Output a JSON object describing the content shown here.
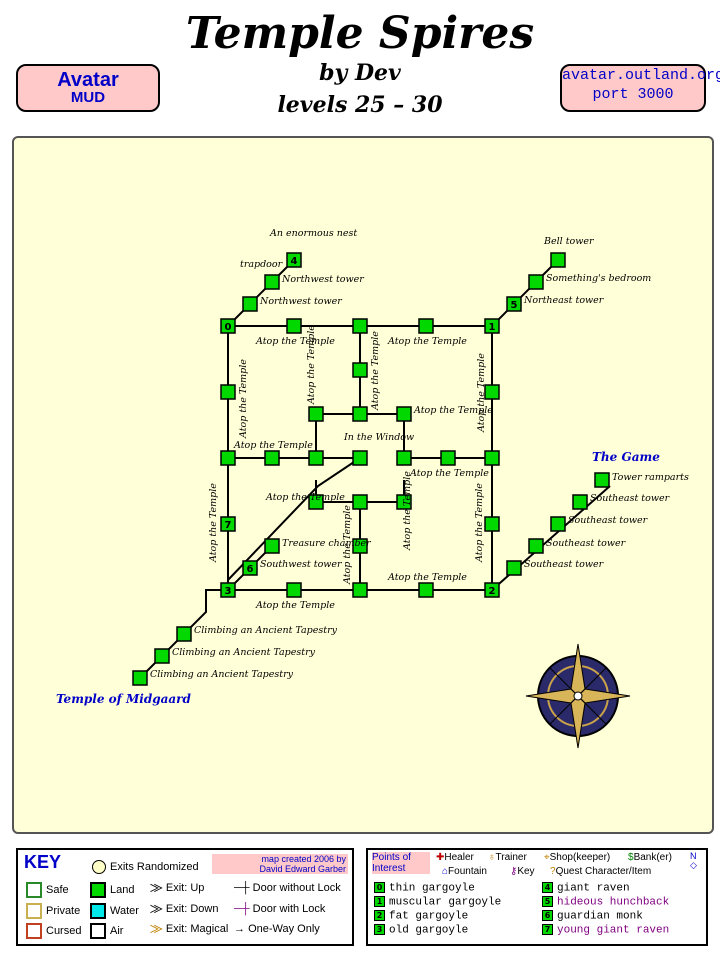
{
  "header": {
    "title": "Temple Spires",
    "subtitle": "by Dev",
    "levels": "levels 25 – 30"
  },
  "avatar_banner": {
    "line1": "Avatar",
    "line2": "MUD"
  },
  "server_banner": {
    "line1": "avatar.outland.org",
    "line2": "port 3000"
  },
  "map": {
    "room_color": "#00d800",
    "labels": {
      "atop": "Atop the Temple",
      "nw_tower": "Northwest tower",
      "ne_tower": "Northeast tower",
      "sw_tower": "Southwest tower",
      "se_tower": "Southeast tower",
      "enormous_nest": "An enormous nest",
      "trapdoor": "trapdoor",
      "bell_tower": "Bell tower",
      "somethings_bedroom": "Something's bedroom",
      "in_the_window": "In the Window",
      "treasure_chamber": "Treasure chamber",
      "tower_ramparts": "Tower ramparts",
      "climbing": "Climbing an Ancient Tapestry",
      "the_game": "The Game",
      "temple_of_midgaard": "Temple of Midgaard"
    },
    "numbers": [
      "0",
      "1",
      "2",
      "3",
      "4",
      "5",
      "6",
      "7"
    ]
  },
  "key": {
    "title": "KEY",
    "exits_randomized": "Exits Randomized",
    "credit_line1": "map created 2006 by",
    "credit_line2": "David Edward Garber",
    "safe": "Safe",
    "private": "Private",
    "cursed": "Cursed",
    "land": "Land",
    "water": "Water",
    "air": "Air",
    "exit_up": "Exit: Up",
    "exit_down": "Exit: Down",
    "exit_magical": "Exit: Magical",
    "door_no_lock": "Door without Lock",
    "door_lock": "Door with Lock",
    "one_way": "One-Way Only"
  },
  "poi": {
    "title_line1": "Points of",
    "title_line2": "Interest",
    "healer": "Healer",
    "trainer": "Trainer",
    "shop": "Shop(keeper)",
    "bank": "Bank(er)",
    "fountain": "Fountain",
    "key": "Key",
    "quest": "Quest Character/Item",
    "mobs": [
      {
        "n": "0",
        "name": "thin gargoyle",
        "color": "#000000"
      },
      {
        "n": "1",
        "name": "muscular gargoyle",
        "color": "#000000"
      },
      {
        "n": "2",
        "name": "fat gargoyle",
        "color": "#000000"
      },
      {
        "n": "3",
        "name": "old gargoyle",
        "color": "#000000"
      },
      {
        "n": "4",
        "name": "giant raven",
        "color": "#000000"
      },
      {
        "n": "5",
        "name": "hideous hunchback",
        "color": "#800080"
      },
      {
        "n": "6",
        "name": "guardian monk",
        "color": "#000000"
      },
      {
        "n": "7",
        "name": "young giant raven",
        "color": "#800080"
      }
    ]
  }
}
